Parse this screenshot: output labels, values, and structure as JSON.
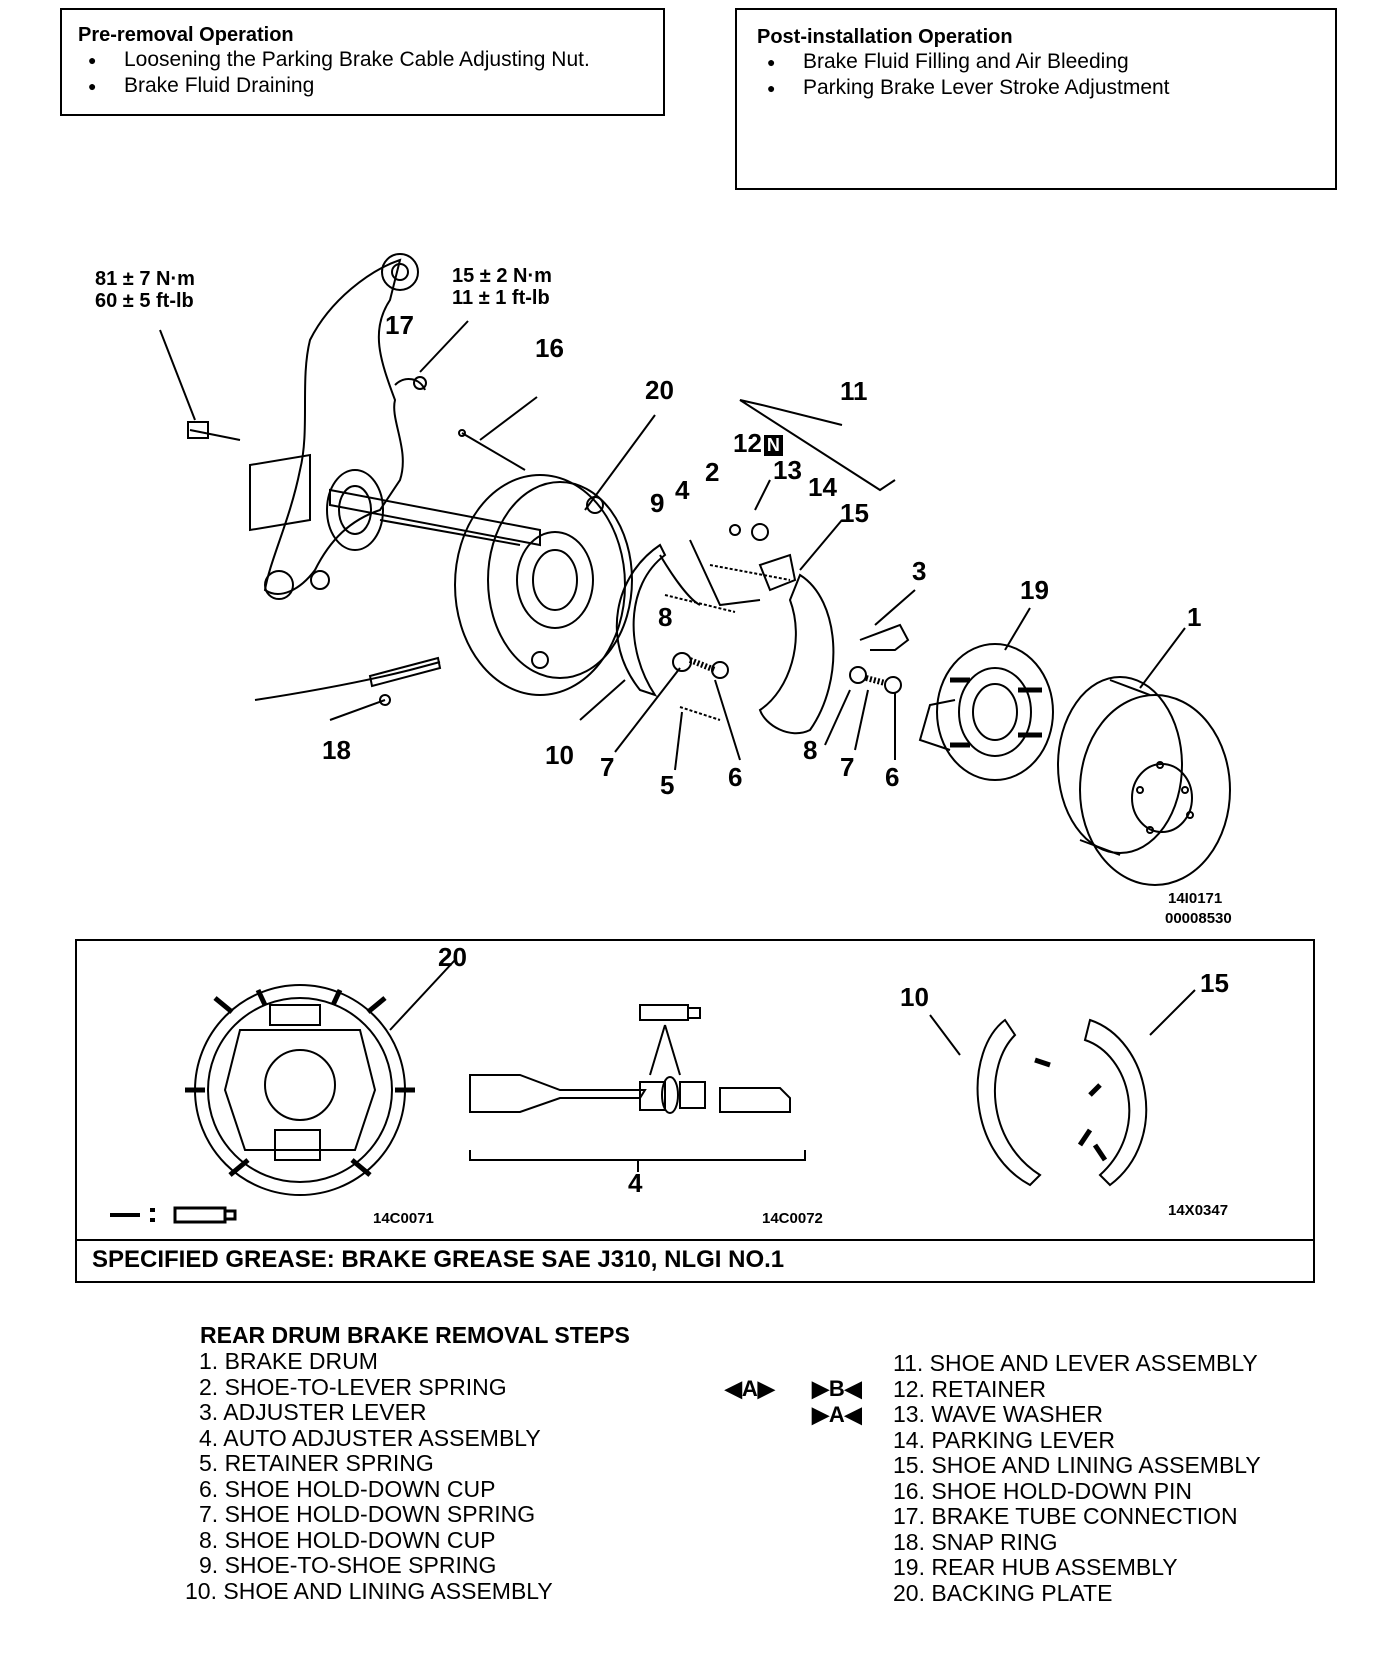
{
  "pre_removal": {
    "title": "Pre-removal Operation",
    "items": [
      "Loosening the Parking Brake Cable Adjusting Nut.",
      "Brake Fluid Draining"
    ]
  },
  "post_installation": {
    "title": "Post-installation Operation",
    "items": [
      "Brake Fluid Filling and Air Bleeding",
      "Parking Brake Lever Stroke Adjustment"
    ]
  },
  "torque": {
    "a": {
      "nm": "81 ± 7 N·m",
      "ftlb": "60 ± 5 ft-lb"
    },
    "b": {
      "nm": "15 ± 2 N·m",
      "ftlb": "11 ± 1 ft-lb"
    }
  },
  "callouts": {
    "c17": "17",
    "c16": "16",
    "c20": "20",
    "c11": "11",
    "c12": "12",
    "c12_badge": "N",
    "c13": "13",
    "c2": "2",
    "c9": "9",
    "c4": "4",
    "c14": "14",
    "c15": "15",
    "c3": "3",
    "c19": "19",
    "c1": "1",
    "c8a": "8",
    "c18": "18",
    "c10": "10",
    "c7a": "7",
    "c5": "5",
    "c6a": "6",
    "c8b": "8",
    "c7b": "7",
    "c6b": "6"
  },
  "figure_codes": {
    "main1": "14I0171",
    "main2": "00008530"
  },
  "grease_panel": {
    "label_20": "20",
    "label_4": "4",
    "label_10": "10",
    "label_15": "15",
    "code_left": "14C0071",
    "code_mid": "14C0072",
    "code_right": "14X0347",
    "spec": "SPECIFIED GREASE: BRAKE GREASE SAE J310, NLGI NO.1"
  },
  "removal_steps": {
    "title": "REAR DRUM BRAKE REMOVAL STEPS",
    "left": [
      "1. BRAKE DRUM",
      "2. SHOE-TO-LEVER SPRING",
      "3. ADJUSTER LEVER",
      "4. AUTO ADJUSTER ASSEMBLY",
      "5. RETAINER SPRING",
      "6. SHOE HOLD-DOWN CUP",
      "7. SHOE HOLD-DOWN SPRING",
      "8. SHOE HOLD-DOWN CUP",
      "9. SHOE-TO-SHOE SPRING",
      "10. SHOE AND LINING ASSEMBLY"
    ],
    "right": [
      "11. SHOE AND LEVER ASSEMBLY",
      "12. RETAINER",
      "13. WAVE WASHER",
      "14. PARKING LEVER",
      "15. SHOE AND LINING ASSEMBLY",
      "16. SHOE HOLD-DOWN PIN",
      "17. BRAKE TUBE CONNECTION",
      "18. SNAP RING",
      "19. REAR HUB ASSEMBLY",
      "20. BACKING PLATE"
    ],
    "mark_12_a": "◀A▶",
    "mark_12_b": "▶B◀",
    "mark_13": "▶A◀"
  }
}
